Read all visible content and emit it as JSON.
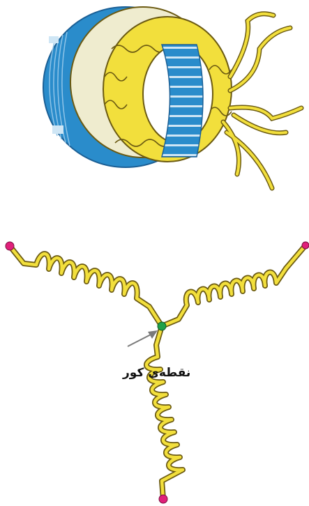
{
  "diagram": {
    "neutral_label": "نقطه‌ی کور",
    "colors": {
      "core_blue": "#2a8ccb",
      "core_blue_dark": "#1b5f95",
      "insulation": "#efeccf",
      "winding": "#f2df3c",
      "winding_outline": "#6b5a12",
      "terminal": "#e0207a",
      "neutral_point": "#1fa04a",
      "arrow": "#7a7a7a"
    },
    "parts": [
      "stator-core",
      "stator-winding",
      "star-connection",
      "neutral-point"
    ]
  }
}
